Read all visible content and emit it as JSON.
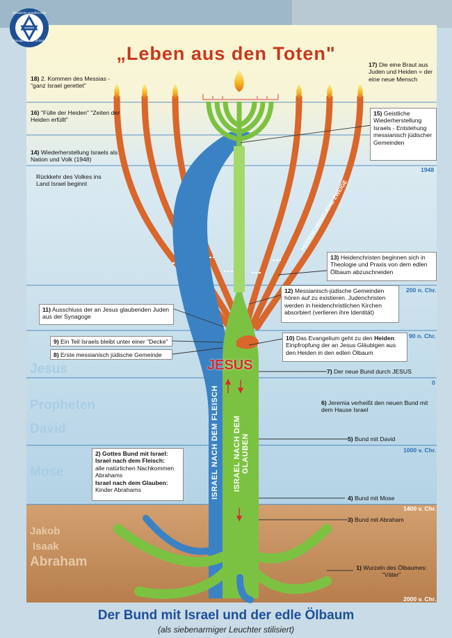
{
  "title": "„Leben aus den Toten\"",
  "footer": {
    "title": "Der Bund mit Israel und der edle Ölbaum",
    "subtitle": "(als siebenarmiger Leuchter stilisiert)"
  },
  "logo": {
    "text_top": "Christliche Israelfreunde e.V.",
    "text_bottom": "Christian friends of Israel"
  },
  "eras": {
    "e1948": "1948",
    "e200n": "200 n. Chr.",
    "e90n": "90 n. Chr.",
    "e0": "0",
    "e1000v": "1000 v. Chr.",
    "e1400v": "1400 v. Chr.",
    "e2000v": "2000 v. Chr."
  },
  "ages": {
    "jesus": "Jesus",
    "propheten": "Propheten",
    "david": "David",
    "mose": "Mose",
    "jakob": "Jakob",
    "isaak": "Isaak",
    "abraham": "Abraham"
  },
  "tree": {
    "jesus": "JESUS",
    "trunk_left": "ISRAEL NACH DEM FLEISCH",
    "trunk_right": "ISRAEL NACH DEM GLAUBEN",
    "branches": "HEIDENCHRISTLICHE ZWEIGE"
  },
  "labels": {
    "l18_num": "18)",
    "l18": "2. Kommen des Messias - \"ganz Israel gerettet\"",
    "l17_num": "17)",
    "l17": "Die eine Braut aus Juden und Heiden = der eine neue Mensch",
    "l16_num": "16)",
    "l16": "\"Fülle der Heiden\" \"Zeiten der Heiden erfüllt\"",
    "l15_num": "15)",
    "l15": "Geistliche Wiederherstellung Israels - Entstehung messianisch jüdischer Gemeinden",
    "l14_num": "14)",
    "l14": "Wiederherstellung Israels als Nation und Volk (1948)",
    "l14b": "Rückkehr des Volkes ins Land Israel beginnt",
    "l13_num": "13)",
    "l13": "Heidenchristen beginnen sich in Theologie und Praxis von dem edlen Ölbaum abzuschneiden",
    "l12_num": "12)",
    "l12": "Messianisch-jüdische Gemeinden hören auf zu existieren. Judenchristen werden in heidenchristlichen Kirchen absorbiert (verlieren ihre Identität)",
    "l11_num": "11)",
    "l11": "Ausschluss der an Jesus glaubenden Juden aus der Synagoge",
    "l10_num": "10)",
    "l10a": "Das Evangelium geht zu den",
    "l10b": "Heiden",
    "l10c": ": Einpfropfung der an Jesus Gläubigen aus den Heiden in den edlen Ölbaum",
    "l9_num": "9)",
    "l9": "Ein Teil Israels bleibt unter einer \"Decke\"",
    "l8_num": "8)",
    "l8": "Erste messianisch jüdische Gemeinde",
    "l7_num": "7)",
    "l7": "Der neue Bund durch JESUS",
    "l6_num": "6)",
    "l6": "Jeremia verheißt den neuen Bund mit dem Hause Israel",
    "l5_num": "5)",
    "l5": "Bund mit David",
    "l4_num": "4)",
    "l4": "Bund mit Mose",
    "l3_num": "3)",
    "l3": "Bund mit Abraham",
    "l2_num": "2)",
    "l2_head": "Gottes Bund mit Israel:",
    "l2_s1": "Israel nach dem Fleisch:",
    "l2_s1t": "alle natürlichen Nachkommen Abrahams",
    "l2_s2": "Israel nach dem Glauben:",
    "l2_s2t": "Kinder Abrahams",
    "l1_num": "1)",
    "l1": "Wurzeln des Ölbaumes: \"Väter\""
  },
  "colors": {
    "israel_flesh": "#3b82c4",
    "israel_faith": "#7cc242",
    "gentile_branches": "#d9662a",
    "title": "#c8381d",
    "footer_title": "#1d4f9a",
    "soil": "#c48d5b"
  }
}
